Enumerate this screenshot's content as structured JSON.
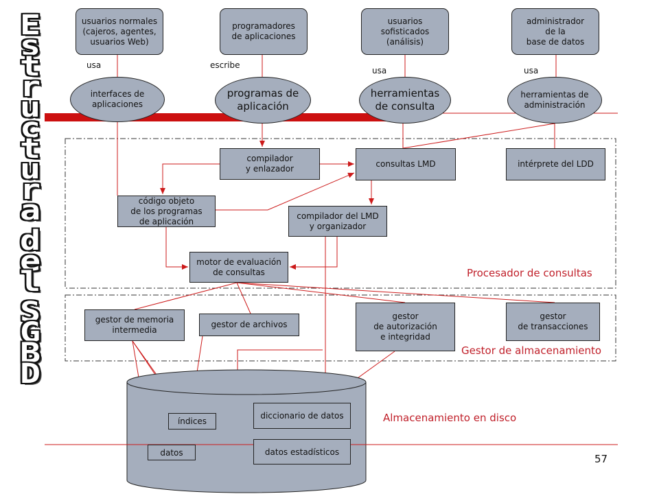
{
  "title_vertical": [
    "E",
    "s",
    "t",
    "r",
    "u",
    "c",
    "t",
    "u",
    "r",
    "a",
    "",
    "d",
    "e",
    "l",
    "",
    "S",
    "G",
    "B",
    "D"
  ],
  "users": {
    "naive": "usuarios normales\n(cajeros, agentes,\nusuarios Web)",
    "programmers": "programadores\nde aplicaciones",
    "sophisticated": "usuarios\nsofisticados\n(análisis)",
    "dba": "administrador\nde la\nbase de datos"
  },
  "edge_labels": {
    "usa_1": "usa",
    "escribe": "escribe",
    "usa_2": "usa",
    "usa_3": "usa"
  },
  "tools": {
    "app_interfaces": "interfaces de\naplicaciones",
    "app_programs": "programas de\naplicación",
    "query_tools": "herramientas\nde consulta",
    "admin_tools": "herramientas de\nadministración"
  },
  "query_processor": {
    "compiler_linker": "compilador\ny enlazador",
    "dml_queries": "consultas LMD",
    "ddl_interpreter": "intérprete del LDD",
    "object_code": "código objeto\nde los programas\nde aplicación",
    "dml_compiler": "compilador  del LMD\ny organizador",
    "eval_engine": "motor de evaluación\nde consultas",
    "region_label": "Procesador de consultas"
  },
  "storage_manager": {
    "buffer_manager": "gestor de memoria\nintermedia",
    "file_manager": "gestor de archivos",
    "auth_integrity": "gestor\nde autorización\ne integridad",
    "transaction_manager": "gestor\nde transacciones",
    "region_label": "Gestor de almacenamiento"
  },
  "disk_storage": {
    "indices": "índices",
    "data": "datos",
    "data_dictionary": "diccionario  de datos",
    "statistical_data": "datos estadísticos",
    "region_label": "Almacenamiento en disco"
  },
  "slide_number": "57",
  "colors": {
    "node_fill": "#a5aebd",
    "accent_red": "#cc1a1a",
    "region_text": "#c0202a"
  }
}
